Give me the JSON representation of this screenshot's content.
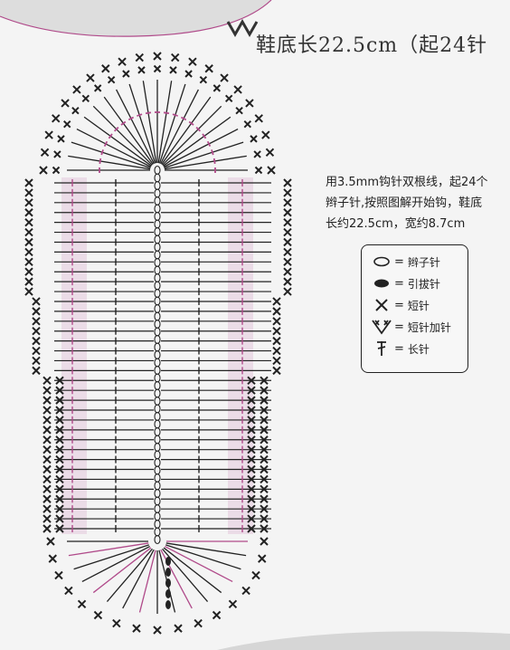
{
  "header": {
    "title": "鞋底长22.5cm（起24针"
  },
  "description": {
    "line1": "用3.5mm钩针双根线，起24个",
    "line2": "辫子针,按照图解开始钩，鞋底",
    "line3": "长约22.5cm，宽约8.7cm"
  },
  "legend": {
    "items": [
      {
        "symbol": "chain-stitch-icon",
        "label": "辫子针"
      },
      {
        "symbol": "slip-stitch-icon",
        "label": "引拔针"
      },
      {
        "symbol": "single-crochet-icon",
        "label": "短针"
      },
      {
        "symbol": "sc-increase-icon",
        "label": "短针加针"
      },
      {
        "symbol": "double-crochet-icon",
        "label": "长针"
      }
    ],
    "equals": "="
  },
  "diagram": {
    "rows": 24,
    "colors": {
      "ink": "#222222",
      "round_accent": "#b04a8a",
      "band_fill": "#e3c9dd",
      "paper": "#f4f4f4"
    }
  }
}
